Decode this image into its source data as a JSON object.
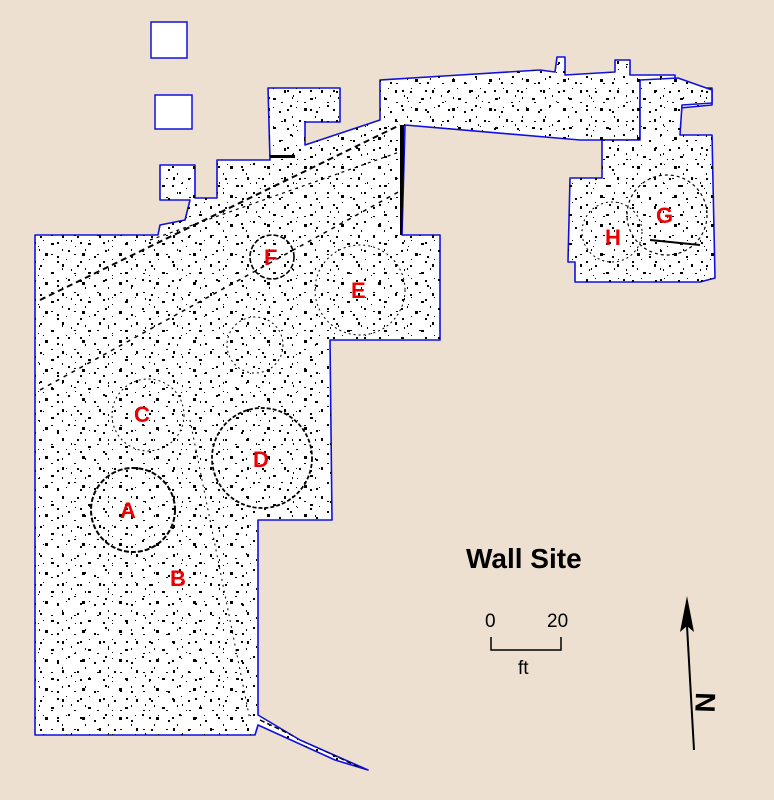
{
  "title": "Wall Site",
  "features": [
    {
      "id": "A",
      "label": "A"
    },
    {
      "id": "B",
      "label": "B"
    },
    {
      "id": "C",
      "label": "C"
    },
    {
      "id": "D",
      "label": "D"
    },
    {
      "id": "E",
      "label": "E"
    },
    {
      "id": "F",
      "label": "F"
    },
    {
      "id": "G",
      "label": "G"
    },
    {
      "id": "H",
      "label": "H"
    }
  ],
  "scale_bar": {
    "start": "0",
    "end": "20",
    "unit": "ft"
  },
  "north_arrow": {
    "label": "N"
  },
  "colors": {
    "background": "#ede0d1",
    "excavation_fill": "#ffffff",
    "excavation_outline": "#1010e0",
    "feature_label": "#ee0000",
    "ink": "#000000"
  }
}
